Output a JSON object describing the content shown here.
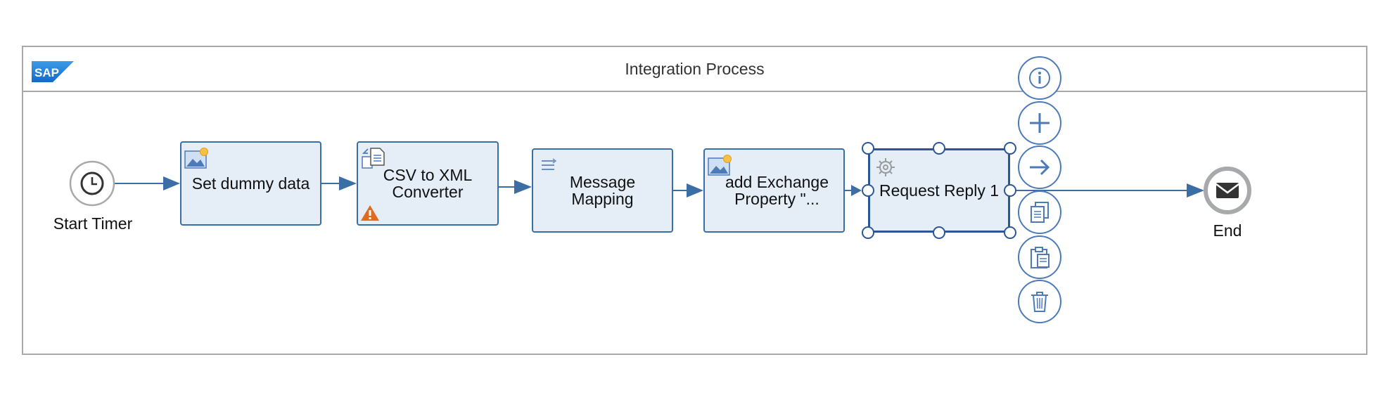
{
  "pool": {
    "title": "Integration Process",
    "logo_text": "SAP"
  },
  "start_event": {
    "label": "Start Timer"
  },
  "end_event": {
    "label": "End"
  },
  "tasks": [
    {
      "label": "Set dummy data",
      "icon": "content-modifier-icon"
    },
    {
      "label": "CSV to XML Converter",
      "icon": "converter-icon",
      "warning": true
    },
    {
      "label": "Message Mapping",
      "icon": "mapping-icon"
    },
    {
      "label": "add Exchange Property \"...",
      "icon": "content-modifier-icon"
    },
    {
      "label": "Request Reply 1",
      "icon": "gear-icon",
      "selected": true
    }
  ],
  "context_menu": [
    "info-icon",
    "plus-icon",
    "arrow-right-icon",
    "copy-icon",
    "paste-icon",
    "trash-icon"
  ],
  "colors": {
    "task_fill": "#e5edf7",
    "task_border": "#3a6ea5",
    "pool_border": "#a7a9ac",
    "warning": "#e06b1c"
  }
}
